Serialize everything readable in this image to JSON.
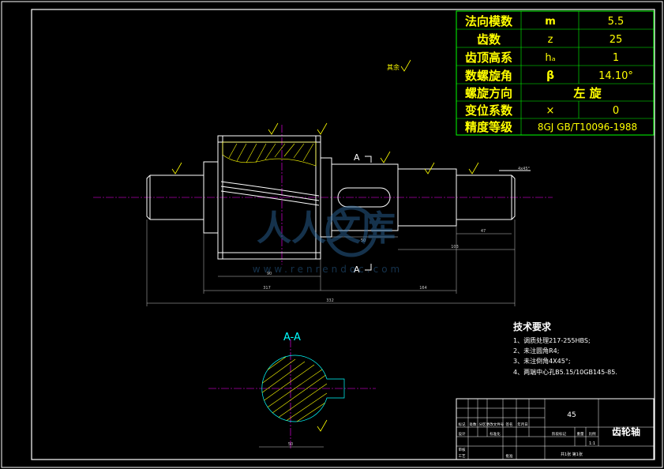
{
  "params_table": {
    "rows": [
      {
        "label": "法向模数",
        "symbol": "m",
        "value": "5.5"
      },
      {
        "label": "齿数",
        "symbol": "z",
        "value": "25"
      },
      {
        "label": "齿顶高系",
        "symbol": "hₐ",
        "value": "1"
      },
      {
        "label": "数螺旋角",
        "symbol": "β",
        "value": "14.10°"
      },
      {
        "label": "螺旋方向",
        "symbol": "",
        "value": "左  旋"
      },
      {
        "label": "变位系数",
        "symbol": "×",
        "value": "0"
      },
      {
        "label": "精度等级",
        "symbol": "",
        "value": "8GJ GB/T10096-1988"
      }
    ]
  },
  "section": {
    "marker_top": "A",
    "marker_bottom": "A",
    "title": "A-A"
  },
  "roughness_note": "其余",
  "chamfer_note": "4x45°",
  "dimensions": {
    "total_length": "332",
    "d1": "317",
    "d2": "164",
    "d3": "103",
    "d4": "47",
    "d5": "50",
    "d6": "90",
    "section_width": "50"
  },
  "watermark": {
    "text": "人人文库",
    "url": "www.renrendoc.com"
  },
  "tech_requirements": {
    "title": "技术要求",
    "items": [
      "1、调质处理217-255HBS;",
      "2、未注圆角R4;",
      "3、未注倒角4X45°;",
      "4、两端中心孔B5.15/10GB145-85."
    ]
  },
  "title_block": {
    "material": "45",
    "part_name": "齿轮轴",
    "scale": "1:1",
    "sheet_info": "共1张  第1张",
    "header_labels": [
      "标记",
      "处数",
      "分区",
      "更改文件号",
      "签名",
      "年月日"
    ],
    "row_labels": [
      "设计",
      "审核",
      "工艺"
    ],
    "std_label": "标准化",
    "stage_label": "阶段标记",
    "weight_label": "重量",
    "scale_label": "比例",
    "approve_label": "批准"
  }
}
